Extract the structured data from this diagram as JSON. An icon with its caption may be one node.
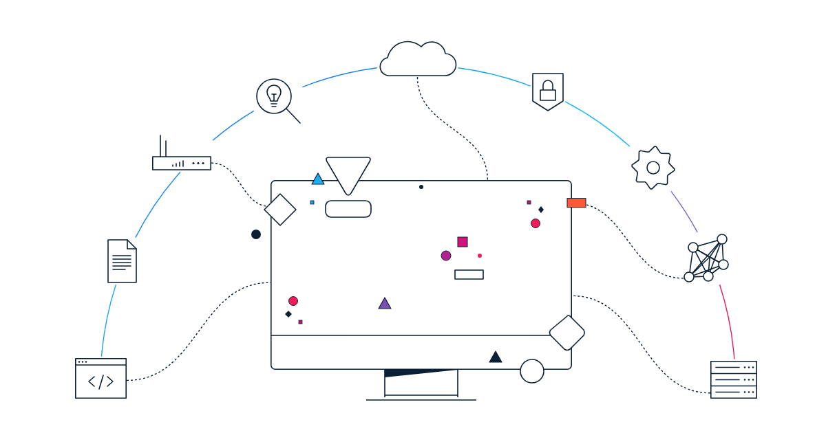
{
  "diagram": {
    "nodes": [
      {
        "text": [],
        "shape": "window"
      },
      {
        "text": [],
        "shape": "document"
      },
      {
        "text": [],
        "shape": "router"
      },
      {
        "text": [],
        "shape": "lightbulb"
      },
      {
        "text": [],
        "shape": "cloud"
      },
      {
        "text": [],
        "shape": "shield"
      },
      {
        "text": [],
        "shape": "gear"
      },
      {
        "text": [],
        "shape": "network"
      },
      {
        "text": [],
        "shape": "server"
      },
      {
        "text": [],
        "shape": "monitor"
      }
    ],
    "edges": [
      {
        "from": 0,
        "to": 9,
        "arrow": "none",
        "style": "dashed"
      },
      {
        "from": 2,
        "to": 9,
        "arrow": "none",
        "style": "dashed"
      },
      {
        "from": 4,
        "to": 9,
        "arrow": "none",
        "style": "dashed"
      },
      {
        "from": 7,
        "to": 9,
        "arrow": "other",
        "style": "dashed"
      },
      {
        "from": 8,
        "to": 9,
        "arrow": "none",
        "style": "dashed"
      },
      {
        "from": 0,
        "to": 1,
        "arrow": "none",
        "color": "#1aa3f0"
      },
      {
        "from": 1,
        "to": 2,
        "arrow": "none",
        "color": "#1a8cf0"
      },
      {
        "from": 2,
        "to": 3,
        "arrow": "none",
        "color": "#1a7ff0"
      },
      {
        "from": 3,
        "to": 4,
        "arrow": "none",
        "color": "#1a7ff0"
      },
      {
        "from": 4,
        "to": 5,
        "arrow": "none",
        "color": "#18a8f0"
      },
      {
        "from": 5,
        "to": 6,
        "arrow": "none",
        "color": "#18b8f0"
      },
      {
        "from": 6,
        "to": 7,
        "arrow": "none",
        "color": "#7a63c9"
      },
      {
        "from": 7,
        "to": 8,
        "arrow": "none",
        "color": "#e8195f"
      }
    ]
  }
}
